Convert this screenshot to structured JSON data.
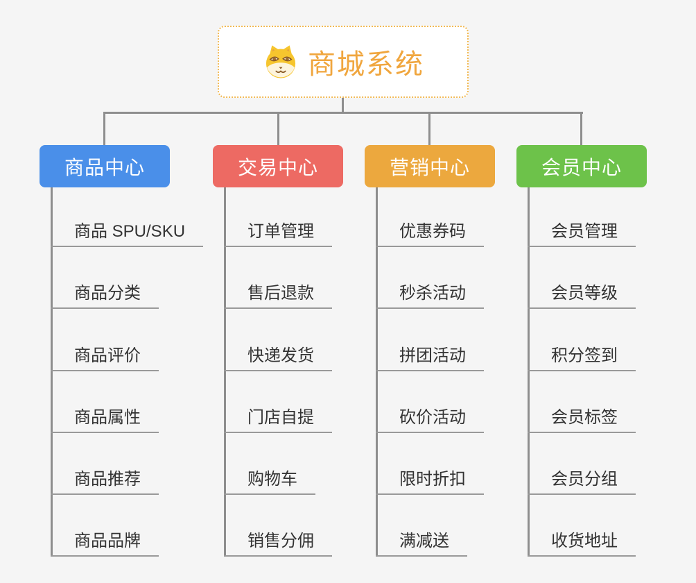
{
  "root": {
    "title": "商城系统",
    "icon": "shiba-dog-icon"
  },
  "branches": [
    {
      "label": "商品中心",
      "color": "#4a8fe9",
      "items": [
        "商品 SPU/SKU",
        "商品分类",
        "商品评价",
        "商品属性",
        "商品推荐",
        "商品品牌"
      ]
    },
    {
      "label": "交易中心",
      "color": "#ed6a63",
      "items": [
        "订单管理",
        "售后退款",
        "快递发货",
        "门店自提",
        "购物车",
        "销售分佣"
      ]
    },
    {
      "label": "营销中心",
      "color": "#eca83e",
      "items": [
        "优惠券码",
        "秒杀活动",
        "拼团活动",
        "砍价活动",
        "限时折扣",
        "满减送"
      ]
    },
    {
      "label": "会员中心",
      "color": "#6dc24a",
      "items": [
        "会员管理",
        "会员等级",
        "积分签到",
        "会员标签",
        "会员分组",
        "收货地址"
      ]
    }
  ],
  "colors": {
    "background": "#f5f5f5",
    "connector": "#8e8e8e",
    "underline": "#999999",
    "root_text": "#f0a63e",
    "root_border": "#f2ba55",
    "item_text": "#333333",
    "branch_text": "#ffffff"
  }
}
